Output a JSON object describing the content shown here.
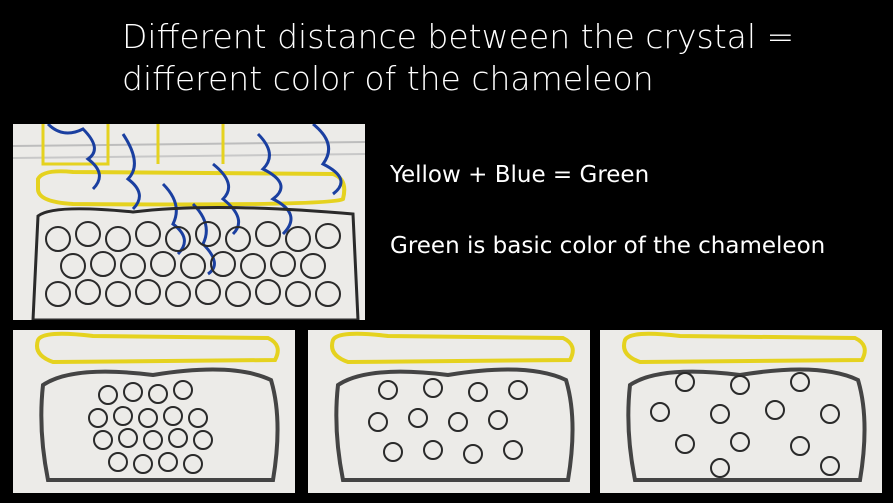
{
  "slide": {
    "title_line1": "Different distance between the crystal =",
    "title_line2": "different color of the chameleon",
    "text_line1": "Yellow + Blue = Green",
    "text_line2": "Green is basic color of the chameleon"
  },
  "drawings": [
    {
      "name": "main-drawing",
      "content": "yellow layer with blue wave lines over a dense crystal lattice"
    },
    {
      "name": "lattice-dense",
      "content": "yellow layer over a dense crystal lattice"
    },
    {
      "name": "lattice-medium",
      "content": "yellow layer over a medium-spaced crystal lattice"
    },
    {
      "name": "lattice-sparse",
      "content": "yellow layer over a sparse crystal lattice"
    }
  ],
  "colors": {
    "background": "#000000",
    "text": "#ffffff",
    "yellow": "#e5d21f",
    "blue": "#1a3fa0",
    "ink": "#2a2a2a"
  }
}
